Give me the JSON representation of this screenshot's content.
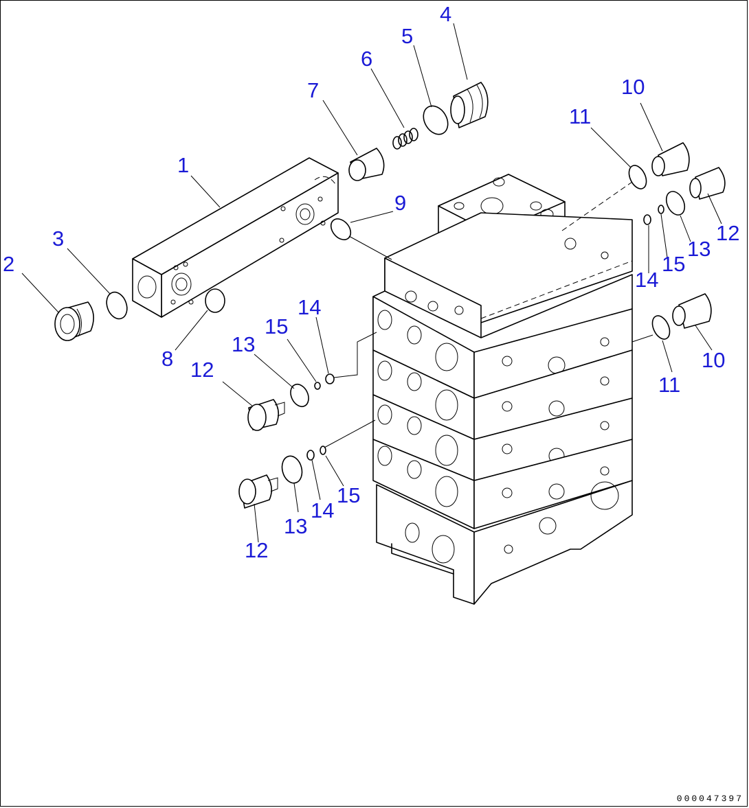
{
  "diagram": {
    "callouts": {
      "c1": "1",
      "c2": "2",
      "c3": "3",
      "c4": "4",
      "c5": "5",
      "c6": "6",
      "c7": "7",
      "c8": "8",
      "c9": "9",
      "c10a": "10",
      "c10b": "10",
      "c11a": "11",
      "c11b": "11",
      "c12a": "12",
      "c12b": "12",
      "c12c": "12",
      "c13a": "13",
      "c13b": "13",
      "c13c": "13",
      "c14a": "14",
      "c14b": "14",
      "c14c": "14",
      "c15a": "15",
      "c15b": "15",
      "c15c": "15"
    },
    "label_color": "#1a1ad6",
    "line_color": "#000000",
    "reference_code": "000047397"
  }
}
